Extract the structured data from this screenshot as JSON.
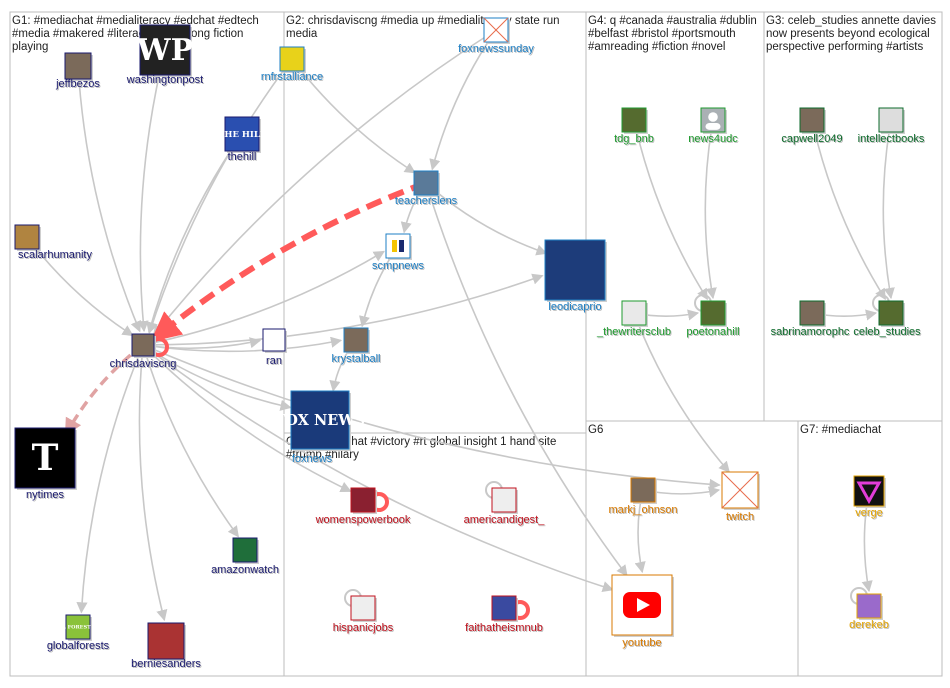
{
  "colors": {
    "G1": "#1a1a6e",
    "G2": "#1e7fc4",
    "G3": "#0e6b2c",
    "G4": "#1f9a2f",
    "G5": "#c0121e",
    "G6": "#d87a00",
    "G7": "#e3a300",
    "edge": "#c8c8c8",
    "edge_red": "#ff5a5a",
    "edge_pink": "#e0a3a3",
    "box_border": "#bdbdbd"
  },
  "groups": [
    {
      "id": "G1",
      "lines": [
        "G1: #mediachat #medialiteracy #edchat #edtech",
        "#media #makered #literacy #hongkong fiction",
        "playing"
      ]
    },
    {
      "id": "G2",
      "lines": [
        "G2: chrisdaviscng #media up #medialiteracy state run",
        "media"
      ]
    },
    {
      "id": "G4",
      "lines": [
        "G4: q #canada #australia #dublin",
        "#belfast #bristol #portsmouth",
        "#amreading #fiction #novel"
      ]
    },
    {
      "id": "G3",
      "lines": [
        "G3: celeb_studies annette davies",
        "now presents beyond ecological",
        "perspective performing #artists"
      ]
    },
    {
      "id": "G5",
      "lines": [
        "G5: #mediachat #victory #rt global insight 1 hand site",
        "#trump #hilary"
      ]
    },
    {
      "id": "G6",
      "lines": [
        "G6"
      ]
    },
    {
      "id": "G7",
      "lines": [
        "G7: #mediachat"
      ]
    }
  ],
  "nodes": [
    {
      "id": "jeffbezos",
      "label": "jeffbezos",
      "group": "G1",
      "icon": "portrait-icon"
    },
    {
      "id": "washingtonpost",
      "label": "washingtonpost",
      "group": "G1",
      "icon": "wp-logo-icon",
      "badge": "WP"
    },
    {
      "id": "thehill",
      "label": "thehill",
      "group": "G1",
      "icon": "the-hill-logo-icon",
      "badge": "THE HILL"
    },
    {
      "id": "scalarhumanity",
      "label": "scalarhumanity",
      "group": "G1",
      "icon": "artwork-icon"
    },
    {
      "id": "chrisdaviscng",
      "label": "chrisdaviscng",
      "group": "G1",
      "icon": "portrait-icon"
    },
    {
      "id": "ran",
      "label": "ran",
      "group": "G1",
      "icon": "animal-logo-icon"
    },
    {
      "id": "nytimes",
      "label": "nytimes",
      "group": "G1",
      "icon": "nyt-logo-icon",
      "badge": "T"
    },
    {
      "id": "amazonwatch",
      "label": "amazonwatch",
      "group": "G1",
      "icon": "amazon-watch-logo-icon"
    },
    {
      "id": "globalforests",
      "label": "globalforests",
      "group": "G1",
      "icon": "forest-logo-icon",
      "badge": "GLOBAL FOREST WATCH"
    },
    {
      "id": "berniesanders",
      "label": "berniesanders",
      "group": "G1",
      "icon": "flag-portrait-icon"
    },
    {
      "id": "rnfrstalliance",
      "label": "rnfrstalliance",
      "group": "G2",
      "icon": "frog-logo-icon"
    },
    {
      "id": "foxnewssunday",
      "label": "foxnewssunday",
      "group": "G2",
      "icon": "missing-image-icon"
    },
    {
      "id": "teacherslens",
      "label": "teacherslens",
      "group": "G2",
      "icon": "photo-icon"
    },
    {
      "id": "scmpnews",
      "label": "scmpnews",
      "group": "G2",
      "icon": "scmp-logo-icon"
    },
    {
      "id": "leodicaprio",
      "label": "leodicaprio",
      "group": "G2",
      "icon": "stage-portrait-icon"
    },
    {
      "id": "krystalball",
      "label": "krystalball",
      "group": "G2",
      "icon": "portrait-icon"
    },
    {
      "id": "foxnews",
      "label": "foxnews",
      "group": "G2",
      "icon": "fox-news-logo-icon",
      "badge": "FOX NEWS"
    },
    {
      "id": "tdg_bnb",
      "label": "tdg_bnb",
      "group": "G4",
      "icon": "landscape-icon"
    },
    {
      "id": "news4udc",
      "label": "news4udc",
      "group": "G4",
      "icon": "default-avatar-icon"
    },
    {
      "id": "_thewritersclub",
      "label": "_thewritersclub",
      "group": "G4",
      "icon": "writers-logo-icon"
    },
    {
      "id": "poetonahill",
      "label": "poetonahill",
      "group": "G4",
      "icon": "landscape-icon"
    },
    {
      "id": "capwell2049",
      "label": "capwell2049",
      "group": "G3",
      "icon": "portrait-icon"
    },
    {
      "id": "intellectbooks",
      "label": "intellectbooks",
      "group": "G3",
      "icon": "book-logo-icon"
    },
    {
      "id": "sabrinamorophc",
      "label": "sabrinamorophc",
      "group": "G3",
      "icon": "portrait-icon"
    },
    {
      "id": "celeb_studies",
      "label": "celeb_studies",
      "group": "G3",
      "icon": "landscape-icon"
    },
    {
      "id": "womenspowerbook",
      "label": "womenspowerbook",
      "group": "G5",
      "icon": "book-cover-icon"
    },
    {
      "id": "americandigest_",
      "label": "americandigest_",
      "group": "G5",
      "icon": "banner-icon"
    },
    {
      "id": "hispanicjobs",
      "label": "hispanicjobs",
      "group": "G5",
      "icon": "banner-icon"
    },
    {
      "id": "faithatheismnub",
      "label": "faithatheismnub",
      "group": "G5",
      "icon": "logo-icon"
    },
    {
      "id": "markj_ohnson",
      "label": "markj_ohnson",
      "group": "G6",
      "icon": "portrait-icon"
    },
    {
      "id": "twitch",
      "label": "twitch",
      "group": "G6",
      "icon": "missing-image-icon"
    },
    {
      "id": "youtube",
      "label": "youtube",
      "group": "G6",
      "icon": "youtube-logo-icon"
    },
    {
      "id": "verge",
      "label": "verge",
      "group": "G7",
      "icon": "verge-logo-icon"
    },
    {
      "id": "derekeb",
      "label": "derekeb",
      "group": "G7",
      "icon": "pixel-avatar-icon"
    }
  ],
  "edges": [
    [
      "jeffbezos",
      "chrisdaviscng",
      "gray"
    ],
    [
      "washingtonpost",
      "chrisdaviscng",
      "gray"
    ],
    [
      "thehill",
      "chrisdaviscng",
      "gray"
    ],
    [
      "scalarhumanity",
      "chrisdaviscng",
      "gray"
    ],
    [
      "rnfrstalliance",
      "chrisdaviscng",
      "gray"
    ],
    [
      "foxnewssunday",
      "chrisdaviscng",
      "gray"
    ],
    [
      "chrisdaviscng",
      "ran",
      "gray"
    ],
    [
      "chrisdaviscng",
      "scmpnews",
      "gray"
    ],
    [
      "chrisdaviscng",
      "krystalball",
      "gray"
    ],
    [
      "chrisdaviscng",
      "foxnews",
      "gray"
    ],
    [
      "chrisdaviscng",
      "amazonwatch",
      "gray"
    ],
    [
      "chrisdaviscng",
      "globalforests",
      "gray"
    ],
    [
      "chrisdaviscng",
      "berniesanders",
      "gray"
    ],
    [
      "chrisdaviscng",
      "leodicaprio",
      "gray"
    ],
    [
      "chrisdaviscng",
      "youtube",
      "gray"
    ],
    [
      "chrisdaviscng",
      "twitch",
      "gray"
    ],
    [
      "chrisdaviscng",
      "womenspowerbook",
      "gray"
    ],
    [
      "teacherslens",
      "chrisdaviscng",
      "red"
    ],
    [
      "chrisdaviscng",
      "nytimes",
      "pink"
    ],
    [
      "teacherslens",
      "leodicaprio",
      "gray"
    ],
    [
      "teacherslens",
      "youtube",
      "gray"
    ],
    [
      "foxnewssunday",
      "teacherslens",
      "gray"
    ],
    [
      "rnfrstalliance",
      "teacherslens",
      "gray"
    ],
    [
      "scmpnews",
      "krystalball",
      "gray"
    ],
    [
      "krystalball",
      "foxnews",
      "gray"
    ],
    [
      "teacherslens",
      "scmpnews",
      "gray"
    ],
    [
      "tdg_bnb",
      "poetonahill",
      "gray"
    ],
    [
      "news4udc",
      "poetonahill",
      "gray"
    ],
    [
      "_thewritersclub",
      "twitch",
      "gray"
    ],
    [
      "_thewritersclub",
      "poetonahill",
      "gray"
    ],
    [
      "capwell2049",
      "celeb_studies",
      "gray"
    ],
    [
      "intellectbooks",
      "celeb_studies",
      "gray"
    ],
    [
      "sabrinamorophc",
      "celeb_studies",
      "gray"
    ],
    [
      "markj_ohnson",
      "youtube",
      "gray"
    ],
    [
      "markj_ohnson",
      "twitch",
      "gray"
    ],
    [
      "verge",
      "derekeb",
      "gray"
    ]
  ],
  "self_loops": [
    "womenspowerbook",
    "americandigest_",
    "hispanicjobs",
    "faithatheismnub",
    "chrisdaviscng",
    "poetonahill",
    "celeb_studies",
    "derekeb"
  ]
}
